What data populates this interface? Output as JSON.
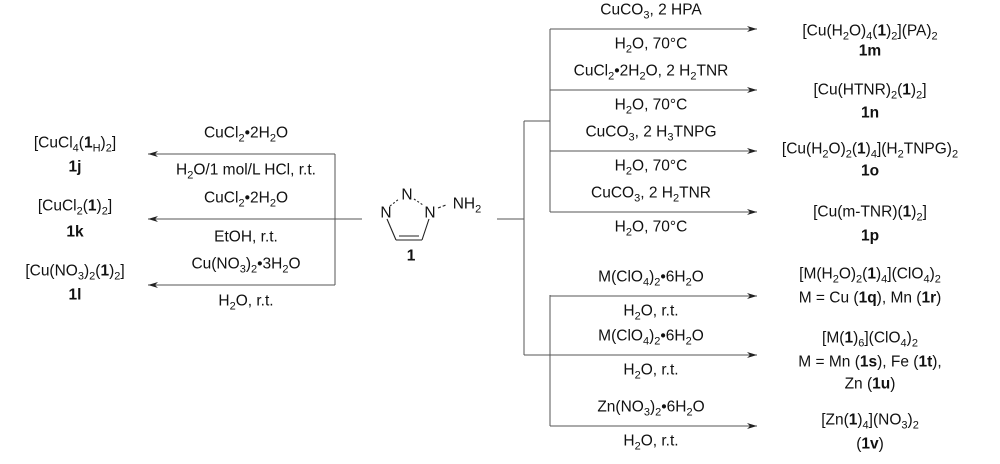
{
  "ligand": {
    "ring_atoms": [
      "N",
      "N",
      "N"
    ],
    "substituent": [
      [
        "NH",
        ""
      ],
      [
        "2",
        "s"
      ]
    ],
    "label": [
      [
        "1",
        "b"
      ]
    ]
  },
  "left_reactions": [
    {
      "reagent": [
        [
          "CuCl",
          ""
        ],
        [
          "2",
          "s"
        ],
        [
          "•2H",
          ""
        ],
        [
          "2",
          "s"
        ],
        [
          "O",
          ""
        ]
      ],
      "conditions": [
        [
          "H",
          ""
        ],
        [
          "2",
          "s"
        ],
        [
          "O/1 mol/L HCl, r.t.",
          ""
        ]
      ],
      "product": [
        [
          "[CuCl",
          ""
        ],
        [
          "4",
          "s"
        ],
        [
          "(",
          ""
        ],
        [
          "1",
          "b"
        ],
        [
          "H",
          "s"
        ],
        [
          ")",
          ""
        ],
        [
          "2",
          "s"
        ],
        [
          "]",
          ""
        ]
      ],
      "label": [
        [
          "1j",
          "b"
        ]
      ]
    },
    {
      "reagent": [
        [
          "CuCl",
          ""
        ],
        [
          "2",
          "s"
        ],
        [
          "•2H",
          ""
        ],
        [
          "2",
          "s"
        ],
        [
          "O",
          ""
        ]
      ],
      "conditions": [
        [
          "EtOH, r.t.",
          ""
        ]
      ],
      "product": [
        [
          "[CuCl",
          ""
        ],
        [
          "2",
          "s"
        ],
        [
          "(",
          ""
        ],
        [
          "1",
          "b"
        ],
        [
          ")",
          ""
        ],
        [
          "2",
          "s"
        ],
        [
          "]",
          ""
        ]
      ],
      "label": [
        [
          "1k",
          "b"
        ]
      ]
    },
    {
      "reagent": [
        [
          "Cu(NO",
          ""
        ],
        [
          "3",
          "s"
        ],
        [
          ")",
          ""
        ],
        [
          "2",
          "s"
        ],
        [
          "•3H",
          ""
        ],
        [
          "2",
          "s"
        ],
        [
          "O",
          ""
        ]
      ],
      "conditions": [
        [
          "H",
          ""
        ],
        [
          "2",
          "s"
        ],
        [
          "O, r.t.",
          ""
        ]
      ],
      "product": [
        [
          "[Cu(NO",
          ""
        ],
        [
          "3",
          "s"
        ],
        [
          ")",
          ""
        ],
        [
          "2",
          "s"
        ],
        [
          "(",
          ""
        ],
        [
          "1",
          "b"
        ],
        [
          ")",
          ""
        ],
        [
          "2",
          "s"
        ],
        [
          "]",
          ""
        ]
      ],
      "label": [
        [
          "1l",
          "b"
        ]
      ]
    }
  ],
  "right_reactions": [
    {
      "reagent": [
        [
          "CuCO",
          ""
        ],
        [
          "3",
          "s"
        ],
        [
          ", 2 HPA",
          ""
        ]
      ],
      "conditions": [
        [
          "H",
          ""
        ],
        [
          "2",
          "s"
        ],
        [
          "O, 70°C",
          ""
        ]
      ],
      "product": [
        [
          "[Cu(H",
          ""
        ],
        [
          "2",
          "s"
        ],
        [
          "O)",
          ""
        ],
        [
          "4",
          "s"
        ],
        [
          "(",
          ""
        ],
        [
          "1",
          "b"
        ],
        [
          ")",
          ""
        ],
        [
          "2",
          "s"
        ],
        [
          "](PA)",
          ""
        ],
        [
          "2",
          "s"
        ]
      ],
      "label": [
        [
          "1m",
          "b"
        ]
      ]
    },
    {
      "reagent": [
        [
          "CuCl",
          ""
        ],
        [
          "2",
          "s"
        ],
        [
          "•2H",
          ""
        ],
        [
          "2",
          "s"
        ],
        [
          "O, 2 H",
          ""
        ],
        [
          "2",
          "s"
        ],
        [
          "TNR",
          ""
        ]
      ],
      "conditions": [
        [
          "H",
          ""
        ],
        [
          "2",
          "s"
        ],
        [
          "O, 70°C",
          ""
        ]
      ],
      "product": [
        [
          "[Cu(HTNR)",
          ""
        ],
        [
          "2",
          "s"
        ],
        [
          "(",
          ""
        ],
        [
          "1",
          "b"
        ],
        [
          ")",
          ""
        ],
        [
          "2",
          "s"
        ],
        [
          "]",
          ""
        ]
      ],
      "label": [
        [
          "1n",
          "b"
        ]
      ]
    },
    {
      "reagent": [
        [
          "CuCO",
          ""
        ],
        [
          "3",
          "s"
        ],
        [
          ", 2 H",
          ""
        ],
        [
          "3",
          "s"
        ],
        [
          "TNPG",
          ""
        ]
      ],
      "conditions": [
        [
          "H",
          ""
        ],
        [
          "2",
          "s"
        ],
        [
          "O, 70°C",
          ""
        ]
      ],
      "product": [
        [
          "[Cu(H",
          ""
        ],
        [
          "2",
          "s"
        ],
        [
          "O)",
          ""
        ],
        [
          "2",
          "s"
        ],
        [
          "(",
          ""
        ],
        [
          "1",
          "b"
        ],
        [
          ")",
          ""
        ],
        [
          "4",
          "s"
        ],
        [
          "](H",
          ""
        ],
        [
          "2",
          "s"
        ],
        [
          "TNPG)",
          ""
        ],
        [
          "2",
          "s"
        ]
      ],
      "label": [
        [
          "1o",
          "b"
        ]
      ]
    },
    {
      "reagent": [
        [
          "CuCO",
          ""
        ],
        [
          "3",
          "s"
        ],
        [
          ", 2 H",
          ""
        ],
        [
          "2",
          "s"
        ],
        [
          "TNR",
          ""
        ]
      ],
      "conditions": [
        [
          "H",
          ""
        ],
        [
          "2",
          "s"
        ],
        [
          "O, 70°C",
          ""
        ]
      ],
      "product": [
        [
          "[Cu(m-TNR)(",
          ""
        ],
        [
          "1",
          "b"
        ],
        [
          ")",
          ""
        ],
        [
          "2",
          "s"
        ],
        [
          "]",
          ""
        ]
      ],
      "label": [
        [
          "1p",
          "b"
        ]
      ]
    },
    {
      "reagent": [
        [
          "M(ClO",
          ""
        ],
        [
          "4",
          "s"
        ],
        [
          ")",
          ""
        ],
        [
          "2",
          "s"
        ],
        [
          "•6H",
          ""
        ],
        [
          "2",
          "s"
        ],
        [
          "O",
          ""
        ]
      ],
      "conditions": [
        [
          "H",
          ""
        ],
        [
          "2",
          "s"
        ],
        [
          "O, r.t.",
          ""
        ]
      ],
      "product": [
        [
          "[M(H",
          ""
        ],
        [
          "2",
          "s"
        ],
        [
          "O)",
          ""
        ],
        [
          "2",
          "s"
        ],
        [
          "(",
          ""
        ],
        [
          "1",
          "b"
        ],
        [
          ")",
          ""
        ],
        [
          "4",
          "s"
        ],
        [
          "](ClO",
          ""
        ],
        [
          "4",
          "s"
        ],
        [
          ")",
          ""
        ],
        [
          "2",
          "s"
        ]
      ],
      "label": [
        [
          "M = Cu (",
          ""
        ],
        [
          "1q",
          "b"
        ],
        [
          "), Mn (",
          ""
        ],
        [
          "1r",
          "b"
        ],
        [
          ")",
          ""
        ]
      ]
    },
    {
      "reagent": [
        [
          "M(ClO",
          ""
        ],
        [
          "4",
          "s"
        ],
        [
          ")",
          ""
        ],
        [
          "2",
          "s"
        ],
        [
          "•6H",
          ""
        ],
        [
          "2",
          "s"
        ],
        [
          "O",
          ""
        ]
      ],
      "conditions": [
        [
          "H",
          ""
        ],
        [
          "2",
          "s"
        ],
        [
          "O, r.t.",
          ""
        ]
      ],
      "product": [
        [
          "[M(",
          ""
        ],
        [
          "1",
          "b"
        ],
        [
          ")",
          ""
        ],
        [
          "6",
          "s"
        ],
        [
          "](ClO",
          ""
        ],
        [
          "4",
          "s"
        ],
        [
          ")",
          ""
        ],
        [
          "2",
          "s"
        ]
      ],
      "label": [
        [
          "M = Mn (",
          ""
        ],
        [
          "1s",
          "b"
        ],
        [
          "), Fe (",
          ""
        ],
        [
          "1t",
          "b"
        ],
        [
          "),",
          ""
        ]
      ],
      "label2": [
        [
          "Zn (",
          ""
        ],
        [
          "1u",
          "b"
        ],
        [
          ")",
          ""
        ]
      ]
    },
    {
      "reagent": [
        [
          "Zn(NO",
          ""
        ],
        [
          "3",
          "s"
        ],
        [
          ")",
          ""
        ],
        [
          "2",
          "s"
        ],
        [
          "•6H",
          ""
        ],
        [
          "2",
          "s"
        ],
        [
          "O",
          ""
        ]
      ],
      "conditions": [
        [
          "H",
          ""
        ],
        [
          "2",
          "s"
        ],
        [
          "O, r.t.",
          ""
        ]
      ],
      "product": [
        [
          "[Zn(",
          ""
        ],
        [
          "1",
          "b"
        ],
        [
          ")",
          ""
        ],
        [
          "4",
          "s"
        ],
        [
          "](NO",
          ""
        ],
        [
          "3",
          "s"
        ],
        [
          ")",
          ""
        ],
        [
          "2",
          "s"
        ]
      ],
      "label": [
        [
          "(",
          ""
        ],
        [
          "1v",
          "b"
        ],
        [
          ")",
          ""
        ]
      ]
    }
  ]
}
